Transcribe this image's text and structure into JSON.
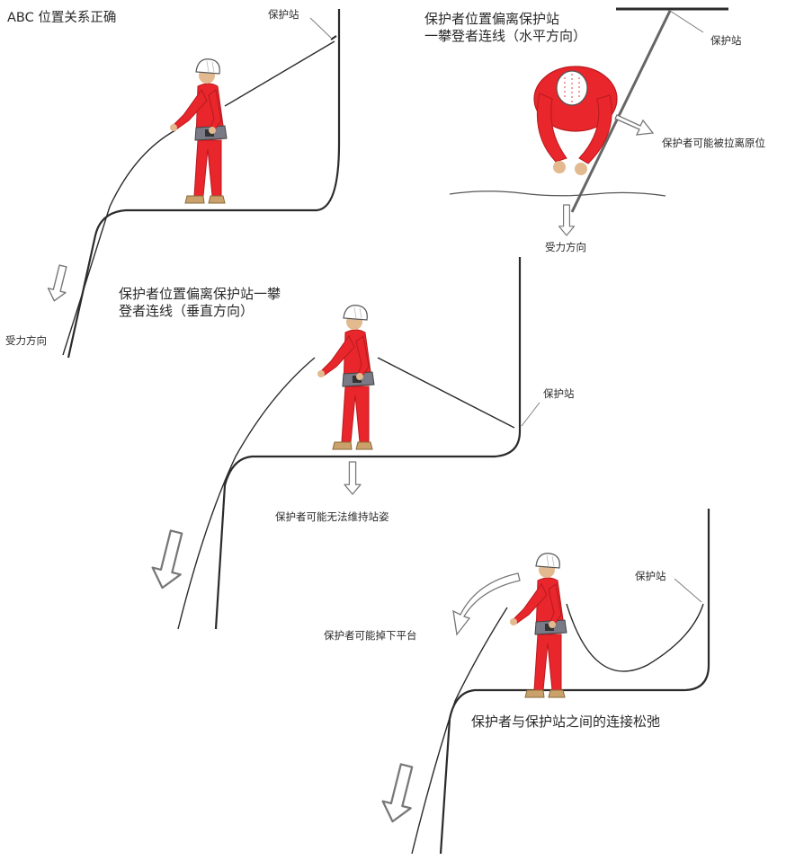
{
  "panels": {
    "a": {
      "title": "ABC 位置关系正确",
      "anchor_label": "保护站",
      "force_label": "受力方向"
    },
    "b": {
      "title_line1": "保护者位置偏离保护站",
      "title_line2": "一攀登者连线（水平方向）",
      "anchor_label": "保护站",
      "risk_label": "保护者可能被拉离原位",
      "force_label": "受力方向"
    },
    "c": {
      "title_line1": "保护者位置偏离保护站一攀",
      "title_line2": "登者连线（垂直方向）",
      "anchor_label": "保护站",
      "risk_label": "保护者可能无法维持站姿"
    },
    "d": {
      "anchor_label": "保护站",
      "risk_label": "保护者可能掉下平台",
      "caption": "保护者与保护站之间的连接松弛"
    }
  },
  "colors": {
    "suit": "#e8262b",
    "suit_dark": "#b81a1f",
    "helmet": "#ffffff",
    "boots": "#caa16a",
    "skin": "#e3b98f",
    "harness": "#7a7a86",
    "line": "#2b2b2b",
    "arrow_fill": "#ffffff",
    "arrow_stroke": "#777777"
  }
}
